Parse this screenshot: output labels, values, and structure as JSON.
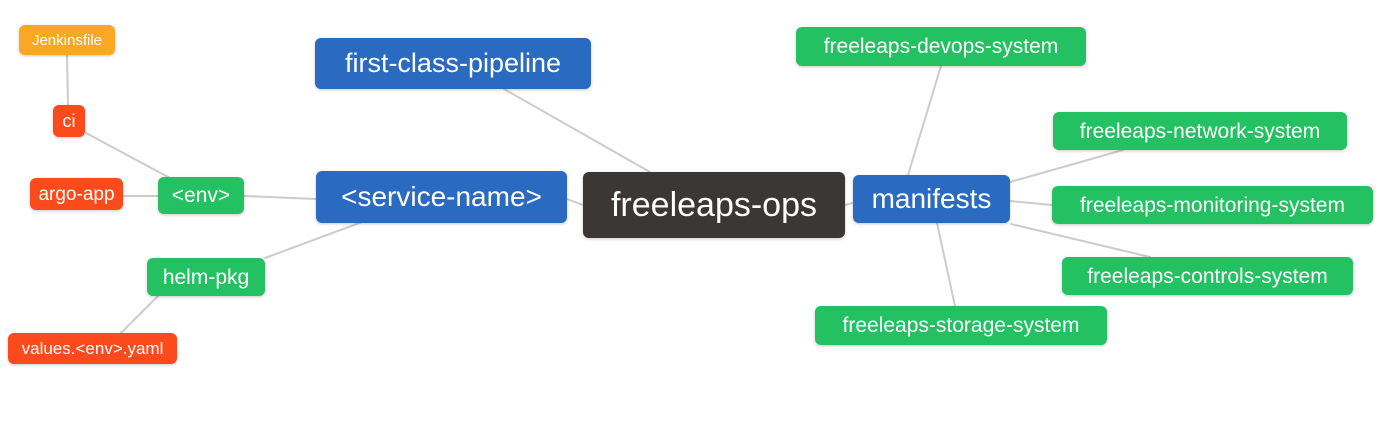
{
  "diagram": {
    "title": "freeleaps-ops mindmap",
    "background": "#ffffff",
    "edge_color": "#cccccc",
    "colors": {
      "blue": "#2a6ac1",
      "green": "#23c161",
      "red": "#fb4a1c",
      "orange": "#f9a825",
      "dark": "#3b3735",
      "text": "#ffffff"
    },
    "nodes": [
      {
        "id": "jenkinsfile",
        "label": "Jenkinsfile",
        "color": "orange"
      },
      {
        "id": "ci",
        "label": "ci",
        "color": "red"
      },
      {
        "id": "argo-app",
        "label": "argo-app",
        "color": "red"
      },
      {
        "id": "env",
        "label": "<env>",
        "color": "green"
      },
      {
        "id": "helm-pkg",
        "label": "helm-pkg",
        "color": "green"
      },
      {
        "id": "values-env-yaml",
        "label": "values.<env>.yaml",
        "color": "red"
      },
      {
        "id": "service-name",
        "label": "<service-name>",
        "color": "blue"
      },
      {
        "id": "first-class-pipeline",
        "label": "first-class-pipeline",
        "color": "blue"
      },
      {
        "id": "freeleaps-ops",
        "label": "freeleaps-ops",
        "color": "dark"
      },
      {
        "id": "manifests",
        "label": "manifests",
        "color": "blue"
      },
      {
        "id": "freeleaps-devops-system",
        "label": "freeleaps-devops-system",
        "color": "green"
      },
      {
        "id": "freeleaps-network-system",
        "label": "freeleaps-network-system",
        "color": "green"
      },
      {
        "id": "freeleaps-monitoring-system",
        "label": "freeleaps-monitoring-system",
        "color": "green"
      },
      {
        "id": "freeleaps-controls-system",
        "label": "freeleaps-controls-system",
        "color": "green"
      },
      {
        "id": "freeleaps-storage-system",
        "label": "freeleaps-storage-system",
        "color": "green"
      }
    ],
    "edges": [
      {
        "from": "jenkinsfile",
        "to": "ci"
      },
      {
        "from": "ci",
        "to": "env"
      },
      {
        "from": "argo-app",
        "to": "env"
      },
      {
        "from": "env",
        "to": "service-name"
      },
      {
        "from": "helm-pkg",
        "to": "service-name"
      },
      {
        "from": "values-env-yaml",
        "to": "helm-pkg"
      },
      {
        "from": "first-class-pipeline",
        "to": "freeleaps-ops"
      },
      {
        "from": "service-name",
        "to": "freeleaps-ops"
      },
      {
        "from": "freeleaps-ops",
        "to": "manifests"
      },
      {
        "from": "manifests",
        "to": "freeleaps-devops-system"
      },
      {
        "from": "manifests",
        "to": "freeleaps-network-system"
      },
      {
        "from": "manifests",
        "to": "freeleaps-monitoring-system"
      },
      {
        "from": "manifests",
        "to": "freeleaps-controls-system"
      },
      {
        "from": "manifests",
        "to": "freeleaps-storage-system"
      }
    ]
  }
}
